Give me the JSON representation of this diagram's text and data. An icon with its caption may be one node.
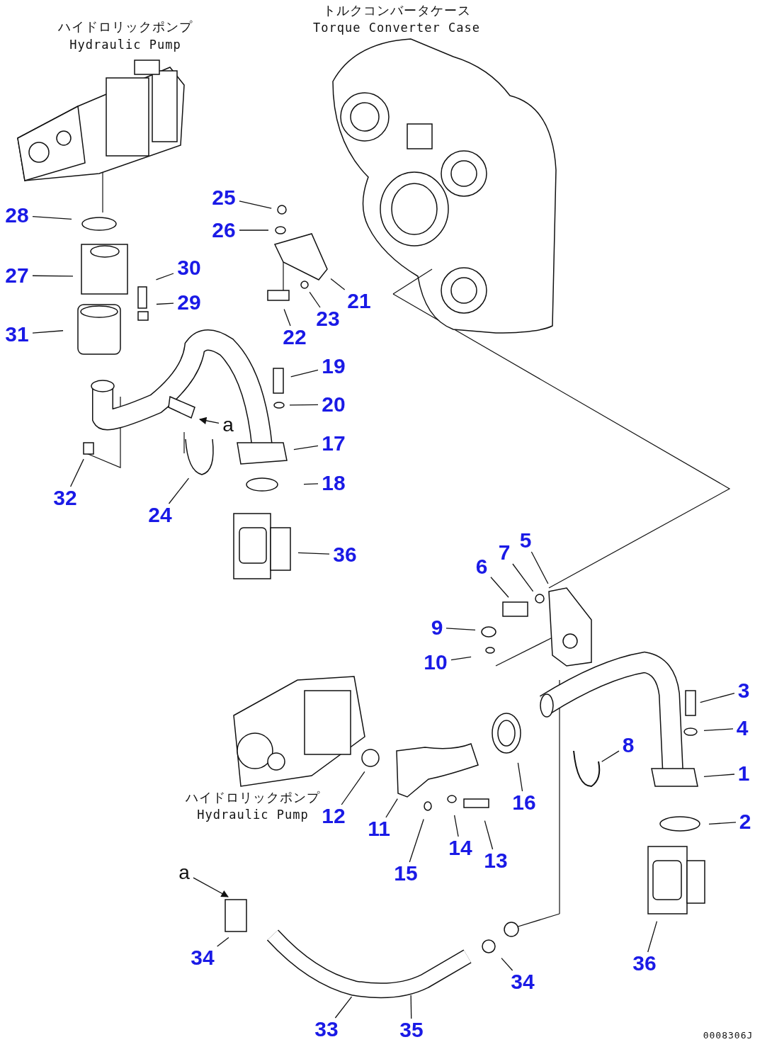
{
  "diagram": {
    "nodes": [
      {
        "text": [
          "25"
        ]
      },
      {
        "text": [
          "26"
        ]
      },
      {
        "text": [
          "28"
        ]
      },
      {
        "text": [
          "27"
        ]
      },
      {
        "text": [
          "30"
        ]
      },
      {
        "text": [
          "21"
        ]
      },
      {
        "text": [
          "29"
        ]
      },
      {
        "text": [
          "23"
        ]
      },
      {
        "text": [
          "22"
        ]
      },
      {
        "text": [
          "31"
        ]
      },
      {
        "text": [
          "19"
        ]
      },
      {
        "text": [
          "20"
        ]
      },
      {
        "text": [
          "a"
        ]
      },
      {
        "text": [
          "17"
        ]
      },
      {
        "text": [
          "18"
        ]
      },
      {
        "text": [
          "32"
        ]
      },
      {
        "text": [
          "24"
        ]
      },
      {
        "text": [
          "5"
        ]
      },
      {
        "text": [
          "36"
        ]
      },
      {
        "text": [
          "7"
        ]
      },
      {
        "text": [
          "6"
        ]
      },
      {
        "text": [
          "9"
        ]
      },
      {
        "text": [
          "10"
        ]
      },
      {
        "text": [
          "3"
        ]
      },
      {
        "text": [
          "4"
        ]
      },
      {
        "text": [
          "8"
        ]
      },
      {
        "text": [
          "1"
        ]
      },
      {
        "text": [
          "12"
        ]
      },
      {
        "text": [
          "16"
        ]
      },
      {
        "text": [
          "2"
        ]
      },
      {
        "text": [
          "11"
        ]
      },
      {
        "text": [
          "14"
        ]
      },
      {
        "text": [
          "13"
        ]
      },
      {
        "text": [
          "15"
        ]
      },
      {
        "text": [
          "a"
        ]
      },
      {
        "text": [
          "34"
        ]
      },
      {
        "text": [
          "36"
        ]
      },
      {
        "text": [
          "34"
        ]
      },
      {
        "text": [
          "33"
        ]
      },
      {
        "text": [
          "35"
        ]
      }
    ],
    "edges": [
      {
        "from": 0,
        "to": null,
        "arrow": "none"
      },
      {
        "from": 1,
        "to": null,
        "arrow": "none"
      },
      {
        "from": 2,
        "to": null,
        "arrow": "none"
      },
      {
        "from": 3,
        "to": null,
        "arrow": "none"
      },
      {
        "from": 4,
        "to": null,
        "arrow": "none"
      },
      {
        "from": 5,
        "to": null,
        "arrow": "none"
      },
      {
        "from": 6,
        "to": null,
        "arrow": "none"
      },
      {
        "from": 7,
        "to": null,
        "arrow": "none"
      },
      {
        "from": 8,
        "to": null,
        "arrow": "none"
      },
      {
        "from": 9,
        "to": null,
        "arrow": "none"
      },
      {
        "from": 10,
        "to": null,
        "arrow": "none"
      },
      {
        "from": 11,
        "to": null,
        "arrow": "none"
      },
      {
        "from": 12,
        "to": null,
        "arrow": "to"
      },
      {
        "from": 13,
        "to": null,
        "arrow": "none"
      },
      {
        "from": 14,
        "to": null,
        "arrow": "none"
      },
      {
        "from": 15,
        "to": null,
        "arrow": "none"
      },
      {
        "from": 16,
        "to": null,
        "arrow": "none"
      },
      {
        "from": 17,
        "to": null,
        "arrow": "none"
      },
      {
        "from": 18,
        "to": null,
        "arrow": "none"
      },
      {
        "from": 19,
        "to": null,
        "arrow": "none"
      },
      {
        "from": 20,
        "to": null,
        "arrow": "none"
      },
      {
        "from": 21,
        "to": null,
        "arrow": "none"
      },
      {
        "from": 22,
        "to": null,
        "arrow": "none"
      },
      {
        "from": 23,
        "to": null,
        "arrow": "none"
      },
      {
        "from": 24,
        "to": null,
        "arrow": "none"
      },
      {
        "from": 25,
        "to": null,
        "arrow": "none"
      },
      {
        "from": 26,
        "to": null,
        "arrow": "none"
      },
      {
        "from": 27,
        "to": null,
        "arrow": "none"
      },
      {
        "from": 28,
        "to": null,
        "arrow": "none"
      },
      {
        "from": 29,
        "to": null,
        "arrow": "none"
      },
      {
        "from": 30,
        "to": null,
        "arrow": "none"
      },
      {
        "from": 31,
        "to": null,
        "arrow": "none"
      },
      {
        "from": 32,
        "to": null,
        "arrow": "none"
      },
      {
        "from": 33,
        "to": null,
        "arrow": "none"
      },
      {
        "from": 34,
        "to": null,
        "arrow": "to"
      },
      {
        "from": 35,
        "to": null,
        "arrow": "none"
      },
      {
        "from": 36,
        "to": null,
        "arrow": "none"
      },
      {
        "from": 37,
        "to": null,
        "arrow": "none"
      },
      {
        "from": 38,
        "to": null,
        "arrow": "none"
      },
      {
        "from": 39,
        "to": null,
        "arrow": "none"
      }
    ],
    "labels": [
      "ハイドロリックポンプ",
      "Hydraulic Pump",
      "トルクコンバータケース",
      "Torque Converter Case",
      "ハイドロリックポンプ",
      "Hydraulic Pump",
      "0008306J"
    ]
  }
}
